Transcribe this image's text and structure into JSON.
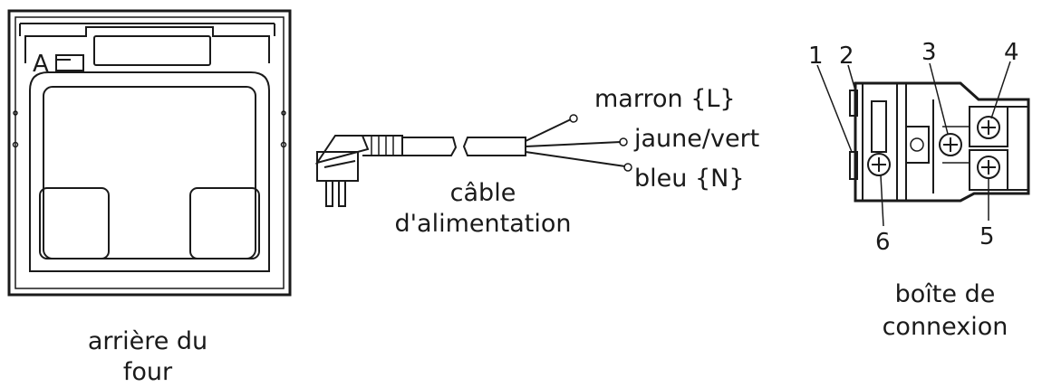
{
  "oven_back": {
    "marker": "A",
    "caption_line1": "arrière du",
    "caption_line2": "four"
  },
  "power_cable": {
    "caption_line1": "câble",
    "caption_line2": "d'alimentation",
    "wire_brown": "marron {L}",
    "wire_yellow_green": "jaune/vert",
    "wire_blue": "bleu {N}"
  },
  "connection_box": {
    "caption_line1": "boîte de",
    "caption_line2": "connexion",
    "callouts": [
      "1",
      "2",
      "3",
      "4",
      "5",
      "6"
    ]
  }
}
